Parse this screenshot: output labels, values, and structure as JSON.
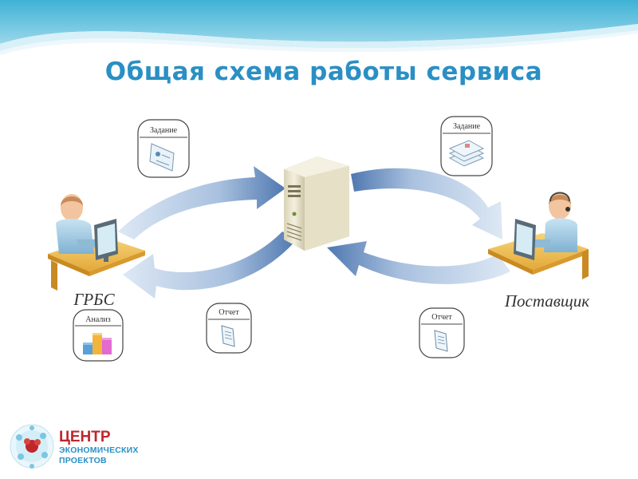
{
  "slide": {
    "title": "Общая схема работы сервиса"
  },
  "diagram": {
    "left_role": "ГРБС",
    "right_role": "Поставщик",
    "bubbles": {
      "task_left": "Задание",
      "task_right": "Задание",
      "analysis": "Анализ",
      "report_left": "Отчет",
      "report_right": "Отчет"
    },
    "colors": {
      "arrow_blue": "#4f78b0",
      "arrow_light": "#c9d9ec",
      "title": "#2a8fc4",
      "desk": "#f2c25a"
    }
  },
  "logo": {
    "line1": "ЦЕНТР",
    "line2": "ЭКОНОМИЧЕСКИХ",
    "line3": "ПРОЕКТОВ",
    "icon": "molecule-globe-icon"
  }
}
